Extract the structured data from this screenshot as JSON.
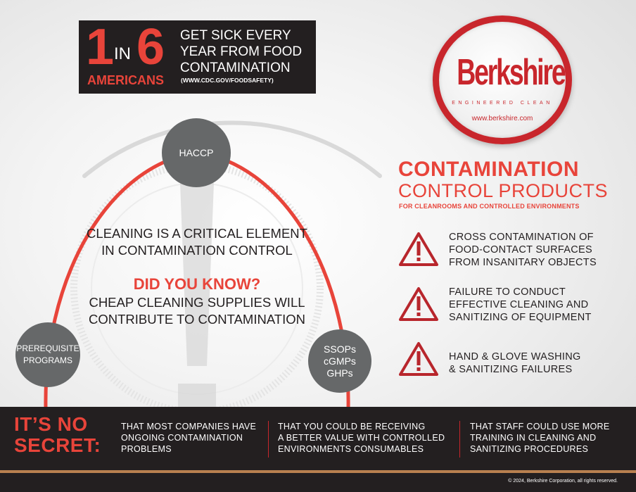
{
  "stat_banner": {
    "number_one": "1",
    "word_in": "IN",
    "number_six": "6",
    "word_americans": "AMERICANS",
    "text": "GET SICK EVERY\nYEAR FROM FOOD\nCONTAMINATION",
    "source": "(WWW.CDC.GOV/FOODSAFETY)"
  },
  "logo": {
    "name": "Berkshire",
    "tagline": "ENGINEERED CLEAN",
    "url": "www.berkshire.com"
  },
  "heading": {
    "main": "CONTAMINATION",
    "sub": "CONTROL PRODUCTS",
    "small": "FOR CLEANROOMS AND CONTROLLED ENVIRONMENTS"
  },
  "warnings": [
    {
      "icon": "warning-triangle-icon",
      "text": "CROSS CONTAMINATION OF\nFOOD-CONTACT SURFACES\nFROM INSANITARY OBJECTS"
    },
    {
      "icon": "warning-triangle-icon",
      "text": "FAILURE TO CONDUCT\nEFFECTIVE CLEANING AND\nSANITIZING OF EQUIPMENT"
    },
    {
      "icon": "warning-triangle-icon",
      "text": "HAND & GLOVE WASHING\n& SANITIZING FAILURES"
    }
  ],
  "graphic": {
    "bubbles": {
      "top": "HACCP",
      "left": "PREREQUISITE\nPROGRAMS",
      "right": "SSOPs\ncGMPs\nGHPs"
    },
    "statement": "CLEANING IS A CRITICAL ELEMENT\nIN CONTAMINATION CONTROL",
    "did_you_know": "DID YOU KNOW?",
    "fact": "CHEAP CLEANING SUPPLIES WILL\nCONTRIBUTE TO CONTAMINATION"
  },
  "footer": {
    "title": "IT’S NO\nSECRET:",
    "columns": [
      "THAT MOST COMPANIES HAVE\nONGOING CONTAMINATION\nPROBLEMS",
      "THAT YOU COULD BE RECEIVING\nA BETTER VALUE WITH CONTROLLED\nENVIRONMENTS CONSUMABLES",
      "THAT STAFF COULD USE MORE\nTRAINING IN CLEANING AND\nSANITIZING PROCEDURES"
    ],
    "copyright": "© 2024, Berkshire Corporation, all rights reserved."
  },
  "colors": {
    "accent_red": "#e8443a",
    "logo_red": "#c8262c",
    "dark": "#231f20",
    "bubble_gray": "#666869",
    "copper_line": "#b8804f"
  }
}
